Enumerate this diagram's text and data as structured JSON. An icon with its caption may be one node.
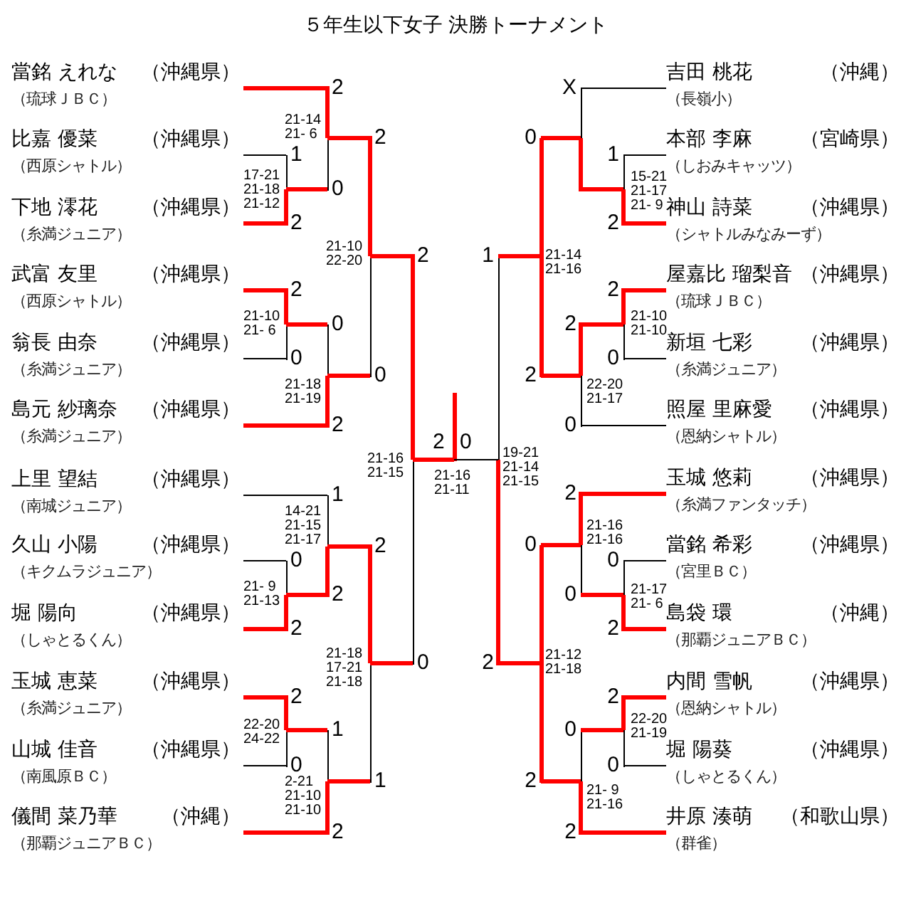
{
  "diagram": {
    "title": "５年生以下女子 決勝トーナメント",
    "nodes": [
      {
        "text": [
          "當銘 えれな",
          "（沖縄県）",
          "（琉球ＪＢＣ）"
        ]
      },
      {
        "text": [
          "比嘉 優菜",
          "（沖縄県）",
          "（西原シャトル）"
        ]
      },
      {
        "text": [
          "下地 澪花",
          "（沖縄県）",
          "（糸満ジュニア）"
        ]
      },
      {
        "text": [
          "武富 友里",
          "（沖縄県）",
          "（西原シャトル）"
        ]
      },
      {
        "text": [
          "翁長 由奈",
          "（沖縄県）",
          "（糸満ジュニア）"
        ]
      },
      {
        "text": [
          "島元 紗璃奈",
          "（沖縄県）",
          "（糸満ジュニア）"
        ]
      },
      {
        "text": [
          "上里 望結",
          "（沖縄県）",
          "（南城ジュニア）"
        ]
      },
      {
        "text": [
          "久山 小陽",
          "（沖縄県）",
          "（キクムラジュニア）"
        ]
      },
      {
        "text": [
          "堀 陽向",
          "（沖縄県）",
          "（しゃとるくん）"
        ]
      },
      {
        "text": [
          "玉城 恵菜",
          "（沖縄県）",
          "（糸満ジュニア）"
        ]
      },
      {
        "text": [
          "山城 佳音",
          "（沖縄県）",
          "（南風原ＢＣ）"
        ]
      },
      {
        "text": [
          "儀間 菜乃華",
          "（沖縄）",
          "（那覇ジュニアＢＣ）"
        ]
      },
      {
        "text": [
          "吉田 桃花",
          "（沖縄）",
          "（長嶺小）"
        ]
      },
      {
        "text": [
          "本部 李麻",
          "（宮崎県）",
          "（しおみキャッツ）"
        ]
      },
      {
        "text": [
          "神山 詩菜",
          "（沖縄県）",
          "（シャトルみなみーず）"
        ]
      },
      {
        "text": [
          "屋嘉比 瑠梨音",
          "（沖縄県）",
          "（琉球ＪＢＣ）"
        ]
      },
      {
        "text": [
          "新垣 七彩",
          "（沖縄県）",
          "（糸満ジュニア）"
        ]
      },
      {
        "text": [
          "照屋 里麻愛",
          "（沖縄県）",
          "（恩納シャトル）"
        ]
      },
      {
        "text": [
          "玉城 悠莉",
          "（沖縄県）",
          "（糸満ファンタッチ）"
        ]
      },
      {
        "text": [
          "當銘 希彩",
          "（沖縄県）",
          "（宮里ＢＣ）"
        ]
      },
      {
        "text": [
          "島袋 環",
          "（沖縄）",
          "（那覇ジュニアＢＣ）"
        ]
      },
      {
        "text": [
          "内間 雪帆",
          "（沖縄県）",
          "（恩納シャトル）"
        ]
      },
      {
        "text": [
          "堀 陽葵",
          "（沖縄県）",
          "（しゃとるくん）"
        ]
      },
      {
        "text": [
          "井原 湊萌",
          "（和歌山県）",
          "（群雀）"
        ]
      },
      {
        "text": [],
        "shape": "bar",
        "beside": [
          "17-21",
          "21-18",
          "21-12"
        ]
      },
      {
        "text": [],
        "shape": "bar",
        "beside": [
          "21-14",
          "21- 6"
        ]
      },
      {
        "text": [],
        "shape": "bar",
        "beside": [
          "21-10",
          "21- 6"
        ]
      },
      {
        "text": [],
        "shape": "bar",
        "beside": [
          "21-18",
          "21-19"
        ]
      },
      {
        "text": [],
        "shape": "bar",
        "beside": [
          "21-10",
          "22-20"
        ]
      },
      {
        "text": [],
        "shape": "bar",
        "beside": [
          "21- 9",
          "21-13"
        ]
      },
      {
        "text": [],
        "shape": "bar",
        "beside": [
          "14-21",
          "21-15",
          "21-17"
        ]
      },
      {
        "text": [],
        "shape": "bar",
        "beside": [
          "22-20",
          "24-22"
        ]
      },
      {
        "text": [],
        "shape": "bar",
        "beside": [
          "2-21",
          "21-10",
          "21-10"
        ]
      },
      {
        "text": [],
        "shape": "bar",
        "beside": [
          "21-18",
          "17-21",
          "21-18"
        ]
      },
      {
        "text": [],
        "shape": "bar",
        "beside": [
          "21-16",
          "21-15"
        ]
      },
      {
        "text": [],
        "shape": "bar",
        "beside": [
          "15-21",
          "21-17",
          "21- 9"
        ]
      },
      {
        "text": [],
        "shape": "bar"
      },
      {
        "text": [],
        "shape": "bar",
        "beside": [
          "21-10",
          "21-10"
        ]
      },
      {
        "text": [],
        "shape": "bar",
        "beside": [
          "22-20",
          "21-17"
        ]
      },
      {
        "text": [],
        "shape": "bar",
        "beside": [
          "21-14",
          "21-16"
        ]
      },
      {
        "text": [],
        "shape": "bar",
        "beside": [
          "21-17",
          "21- 6"
        ]
      },
      {
        "text": [],
        "shape": "bar",
        "beside": [
          "21-16",
          "21-16"
        ]
      },
      {
        "text": [],
        "shape": "bar",
        "beside": [
          "22-20",
          "21-19"
        ]
      },
      {
        "text": [],
        "shape": "bar",
        "beside": [
          "21- 9",
          "21-16"
        ]
      },
      {
        "text": [],
        "shape": "bar",
        "beside": [
          "21-12",
          "21-18"
        ]
      },
      {
        "text": [],
        "shape": "bar",
        "beside": [
          "19-21",
          "21-14",
          "21-15"
        ]
      },
      {
        "text": [],
        "shape": "bar",
        "beside": [
          "21-16",
          "21-11"
        ]
      }
    ],
    "edges": [
      {
        "from": 1,
        "to": 24,
        "arrow": "none",
        "label": "1",
        "color": "#000000"
      },
      {
        "from": 2,
        "to": 24,
        "arrow": "none",
        "label": "2"
      },
      {
        "from": 0,
        "to": 25,
        "arrow": "none",
        "label": "2"
      },
      {
        "from": 24,
        "to": 25,
        "arrow": "none",
        "label": "0"
      },
      {
        "from": 3,
        "to": 26,
        "arrow": "none",
        "label": "2"
      },
      {
        "from": 4,
        "to": 26,
        "arrow": "none",
        "label": "0",
        "color": "#000000"
      },
      {
        "from": 26,
        "to": 27,
        "arrow": "none",
        "label": "0"
      },
      {
        "from": 5,
        "to": 27,
        "arrow": "none",
        "label": "2"
      },
      {
        "from": 25,
        "to": 28,
        "arrow": "none",
        "label": "2"
      },
      {
        "from": 27,
        "to": 28,
        "arrow": "none",
        "label": "0"
      },
      {
        "from": 7,
        "to": 29,
        "arrow": "none",
        "label": "0",
        "color": "#000000"
      },
      {
        "from": 8,
        "to": 29,
        "arrow": "none",
        "label": "2"
      },
      {
        "from": 6,
        "to": 30,
        "arrow": "none",
        "label": "1",
        "color": "#000000"
      },
      {
        "from": 29,
        "to": 30,
        "arrow": "none",
        "label": "2"
      },
      {
        "from": 9,
        "to": 31,
        "arrow": "none",
        "label": "2"
      },
      {
        "from": 10,
        "to": 31,
        "arrow": "none",
        "label": "0",
        "color": "#000000"
      },
      {
        "from": 31,
        "to": 32,
        "arrow": "none",
        "label": "1"
      },
      {
        "from": 11,
        "to": 32,
        "arrow": "none",
        "label": "2"
      },
      {
        "from": 30,
        "to": 33,
        "arrow": "none",
        "label": "2"
      },
      {
        "from": 32,
        "to": 33,
        "arrow": "none",
        "label": "1"
      },
      {
        "from": 28,
        "to": 34,
        "arrow": "none",
        "label": "2"
      },
      {
        "from": 33,
        "to": 34,
        "arrow": "none",
        "label": "0"
      },
      {
        "from": 34,
        "to": 46,
        "arrow": "none",
        "label": "2"
      },
      {
        "from": 13,
        "to": 35,
        "arrow": "none",
        "label": "1",
        "color": "#000000"
      },
      {
        "from": 14,
        "to": 35,
        "arrow": "none",
        "label": "2"
      },
      {
        "from": 12,
        "to": 36,
        "arrow": "none",
        "label": "X",
        "color": "#000000"
      },
      {
        "from": 35,
        "to": 36,
        "arrow": "none"
      },
      {
        "from": 15,
        "to": 37,
        "arrow": "none",
        "label": "2"
      },
      {
        "from": 16,
        "to": 37,
        "arrow": "none",
        "label": "0",
        "color": "#000000"
      },
      {
        "from": 37,
        "to": 38,
        "arrow": "none",
        "label": "2"
      },
      {
        "from": 17,
        "to": 38,
        "arrow": "none",
        "label": "0",
        "color": "#000000"
      },
      {
        "from": 36,
        "to": 39,
        "arrow": "none",
        "label": "0"
      },
      {
        "from": 38,
        "to": 39,
        "arrow": "none",
        "label": "2"
      },
      {
        "from": 19,
        "to": 40,
        "arrow": "none",
        "label": "0",
        "color": "#000000"
      },
      {
        "from": 20,
        "to": 40,
        "arrow": "none",
        "label": "2"
      },
      {
        "from": 18,
        "to": 41,
        "arrow": "none",
        "label": "2"
      },
      {
        "from": 40,
        "to": 41,
        "arrow": "none",
        "label": "0"
      },
      {
        "from": 21,
        "to": 42,
        "arrow": "none",
        "label": "2"
      },
      {
        "from": 22,
        "to": 42,
        "arrow": "none",
        "label": "0",
        "color": "#000000"
      },
      {
        "from": 42,
        "to": 43,
        "arrow": "none",
        "label": "0"
      },
      {
        "from": 23,
        "to": 43,
        "arrow": "none",
        "label": "2"
      },
      {
        "from": 41,
        "to": 44,
        "arrow": "none",
        "label": "0"
      },
      {
        "from": 43,
        "to": 44,
        "arrow": "none",
        "label": "2"
      },
      {
        "from": 39,
        "to": 45,
        "arrow": "none",
        "label": "1"
      },
      {
        "from": 44,
        "to": 45,
        "arrow": "none",
        "label": "2"
      },
      {
        "from": 45,
        "to": 46,
        "arrow": "none",
        "label": "0",
        "color": "#000000"
      }
    ]
  }
}
